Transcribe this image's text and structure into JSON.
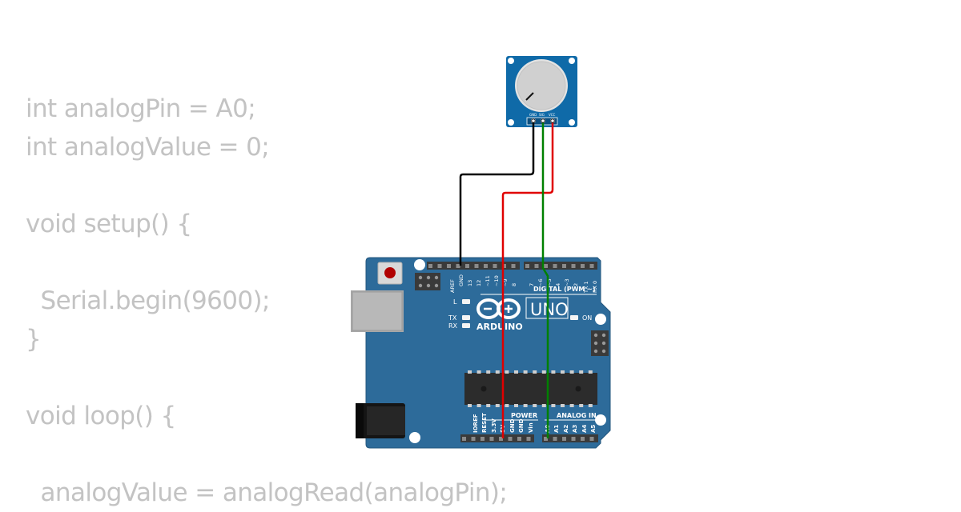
{
  "code_lines": [
    "int analogPin = A0;",
    "int analogValue = 0;",
    "",
    "void setup() {",
    "",
    "  Serial.begin(9600);",
    "}",
    "",
    "void loop() {",
    "",
    "  analogValue = analogRead(analogPin);"
  ],
  "arduino": {
    "brand": "ARDUINO",
    "model": "UNO",
    "digital_header": "DIGITAL (PWM ~)",
    "power_header": "POWER",
    "analog_header": "ANALOG IN",
    "top_pin_labels": [
      "AREF",
      "GND",
      "13",
      "12",
      "~11",
      "~10",
      "~9",
      "8",
      "7",
      "~6",
      "~5",
      "4",
      "~3",
      "2",
      "TX 1",
      "RX 0"
    ],
    "bottom_pin_labels": [
      "IOREF",
      "RESET",
      "3.3V",
      "5V",
      "GND",
      "GND",
      "Vin",
      "A0",
      "A1",
      "A2",
      "A3",
      "A4",
      "A5"
    ],
    "led_l": "L",
    "led_tx": "TX",
    "led_rx": "RX",
    "led_on": "ON"
  },
  "sensor": {
    "pin_labels": [
      "GND",
      "SIG",
      "VCC"
    ]
  },
  "colors": {
    "board": "#2d6b9a",
    "header": "#3a3a3a",
    "wire_gnd": "#000000",
    "wire_vcc": "#e00000",
    "wire_sig": "#008000",
    "code_text": "#c3c3c3"
  }
}
